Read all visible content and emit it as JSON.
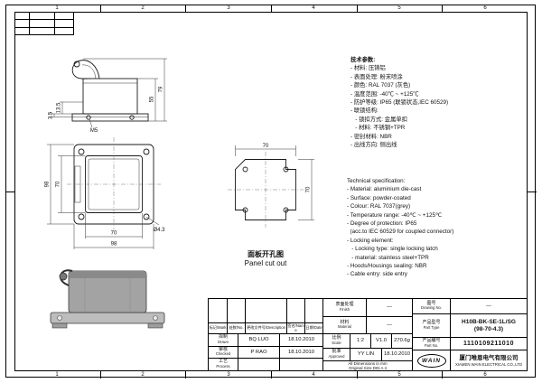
{
  "sheet": {
    "grid_cols": [
      "1",
      "2",
      "3",
      "4",
      "5",
      "6"
    ]
  },
  "views": {
    "side_view": {
      "dim_total_height": "79",
      "dim_body_height": "55",
      "dim_flange": "13.5",
      "dim_base": "3.5",
      "thread_label": "M5"
    },
    "front_view": {
      "dim_inner_height": "70",
      "dim_outer_height": "98",
      "dim_inner_width": "70",
      "dim_outer_width": "98",
      "hole_label": "Ø4.3"
    },
    "panel_cutout": {
      "dim_width": "70",
      "dim_height": "70",
      "caption_cn": "面板开孔图",
      "caption_en": "Panel cut out"
    }
  },
  "specs_cn": {
    "title": "技术参数:",
    "lines": [
      "- 材料: 压铸铝",
      "- 表面处理: 粉末喷涂",
      "- 颜色: RAL 7037 (灰色)",
      "- 温度范围: -40℃ ~ +125℃",
      "- 防护等级: IP65 (联锁状态,IEC 60529)",
      "- 联锁结构:",
      "   - 锁扣方式: 金属单扣",
      "   - 材料: 不锈钢+TPR",
      "- 密封材料: NBR",
      "- 出线方向: 侧出线"
    ]
  },
  "specs_en": {
    "lines": [
      "Technical specification:",
      "- Material: aluminium die-cast",
      "- Surface: powder-coated",
      "- Colour: RAL 7037(grey)",
      "- Temperature range: -40℃ ~ +125℃",
      "- Degree of protection: IP65",
      "  (acc.to IEC 60529 for coupled connector)",
      "- Locking element:",
      "   - Locking type: single locking latch",
      "   - material: stainless steel+TPR",
      "- Hoods/Housings sealing: NBR",
      "- Cable entry: side entry"
    ]
  },
  "title_block": {
    "header": {
      "mark": "标记/Mark",
      "number": "处数/No.",
      "description": "更改文件号/Description",
      "name": "签名/Name",
      "date": "日期/Date"
    },
    "rows": [
      {
        "role_cn": "拟制",
        "role_en": "Drawn",
        "name": "BQ LUO",
        "date": "18.10.2010"
      },
      {
        "role_cn": "审核",
        "role_en": "Checked",
        "name": "P RAO",
        "date": "18.10.2010"
      },
      {
        "role_cn": "工艺",
        "role_en": "Process",
        "name": "",
        "date": ""
      }
    ],
    "finish": {
      "label_cn": "表面处理",
      "label_en": "Finish",
      "value": "—"
    },
    "material": {
      "label_cn": "材料",
      "label_en": "Material",
      "value": "—"
    },
    "scale": {
      "label_cn": "比例",
      "label_en": "Scale",
      "value": "1:2"
    },
    "version": "V1.0",
    "weight": "270.6g",
    "approved": {
      "role_cn": "批准",
      "role_en": "Approved",
      "name": "YY LIN",
      "date": "18.10.2010"
    },
    "note1": "All Dimensions in mm",
    "note2": "Original Size DIN A 4",
    "drawing_no": {
      "label_cn": "图号",
      "label_en": "Drawing No.",
      "value": "—"
    },
    "part_type": {
      "label_cn": "产品型号",
      "label_en": "Part Type",
      "value1": "H10B-BK-SE-1L/SG",
      "value2": "(98-70-4.3)"
    },
    "part_no": {
      "label_cn": "产品编号",
      "label_en": "Part No.",
      "value": "1110109211010"
    },
    "logo": "WAIN",
    "company_cn": "厦门唯恩电气有限公司",
    "company_en": "XIAMEN WAIN ELECTRICAL CO.,LTD"
  }
}
